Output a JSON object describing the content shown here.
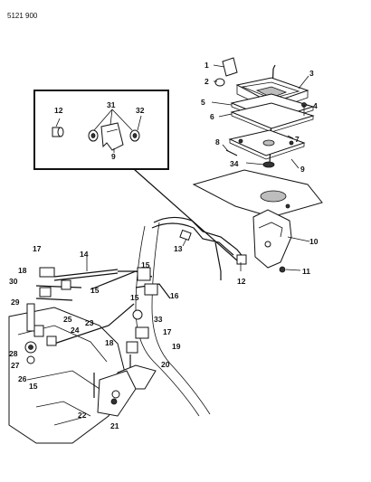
{
  "document_number": "5121 900",
  "callouts": {
    "c1": "1",
    "c2": "2",
    "c3": "3",
    "c4": "4",
    "c5": "5",
    "c6": "6",
    "c7": "7",
    "c8": "8",
    "c9": "9",
    "c34": "34",
    "c10": "10",
    "c11": "11",
    "c12": "12",
    "c13": "13",
    "c14": "14",
    "c15a": "15",
    "c15b": "15",
    "c15c": "15",
    "c15d": "15",
    "c16": "16",
    "c17a": "17",
    "c17b": "17",
    "c18a": "18",
    "c18b": "18",
    "c19": "19",
    "c20": "20",
    "c21": "21",
    "c22": "22",
    "c23": "23",
    "c24": "24",
    "c25": "25",
    "c26": "26",
    "c27": "27",
    "c28": "28",
    "c29": "29",
    "c30": "30",
    "c33": "33"
  },
  "inset": {
    "c12": "12",
    "c31": "31",
    "c32": "32",
    "c9": "9"
  }
}
